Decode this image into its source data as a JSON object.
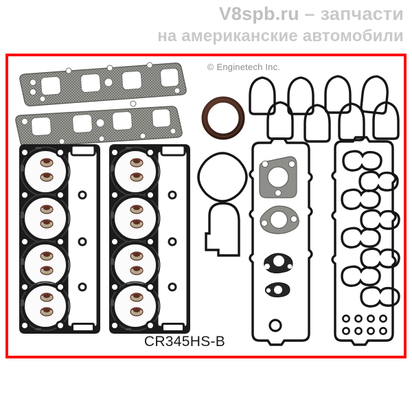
{
  "header": {
    "line1_brand": "V8spb.ru",
    "line1_dash": "–",
    "line1_text": "запчасти",
    "line2_text": "на американские автомобили",
    "color": "#c6c6c6"
  },
  "frame": {
    "border_color": "#fc0d0d",
    "background": "#ffffff"
  },
  "photo": {
    "copyright": "© Enginetech Inc.",
    "part_number": "CR345HS-B",
    "copyright_color": "#8c8c8c",
    "part_number_color": "#1a1a1a"
  },
  "colors": {
    "gasket_mesh": "#9a9a96",
    "gasket_mesh_dark": "#6e6e6a",
    "head_gasket_body": "#1c1c1c",
    "head_gasket_face": "#2a2a2a",
    "bore_white": "#fbfbfb",
    "valve_seal_body": "#b9ac92",
    "valve_seal_top": "#8d4a3c",
    "oring_brown": "#4a2b22",
    "outline_black": "#111111",
    "flange_gray": "#8e8e8a"
  },
  "parts": [
    {
      "id": "intake-manifold-gasket-upper",
      "name": "Intake manifold gasket (upper)",
      "ports": 4,
      "material": "mesh"
    },
    {
      "id": "intake-manifold-gasket-lower",
      "name": "Intake manifold gasket (lower)",
      "ports": 4,
      "material": "mesh"
    },
    {
      "id": "head-gasket-left",
      "name": "Cylinder head gasket (left bank)",
      "bores": 4,
      "valve_seals_per_bore": 2
    },
    {
      "id": "head-gasket-right",
      "name": "Cylinder head gasket (right bank)",
      "bores": 4,
      "valve_seals_per_bore": 2
    },
    {
      "id": "rear-main-seal",
      "name": "Rear main seal / O-ring",
      "material": "rubber"
    },
    {
      "id": "timing-cover-seal",
      "name": "Timing cover round gasket"
    },
    {
      "id": "water-pump-gasket",
      "name": "Arched cover gasket"
    },
    {
      "id": "intake-port-gaskets",
      "name": "Intake port gaskets",
      "count": 8
    },
    {
      "id": "valve-cover-gasket-left",
      "name": "Valve cover gasket (left)"
    },
    {
      "id": "valve-cover-gasket-right",
      "name": "Valve cover gasket (right)",
      "spark_plug_holes": 8,
      "bolt_holes": 8
    },
    {
      "id": "thermostat-housing-gasket",
      "name": "Thermostat housing gasket (3-bolt triangular)"
    },
    {
      "id": "water-outlet-gasket",
      "name": "Water outlet gasket (2-bolt oval)"
    },
    {
      "id": "small-oval-gasket-1",
      "name": "Small oval gasket (large)"
    },
    {
      "id": "small-oval-gasket-2",
      "name": "Small oval gasket (small)"
    }
  ]
}
